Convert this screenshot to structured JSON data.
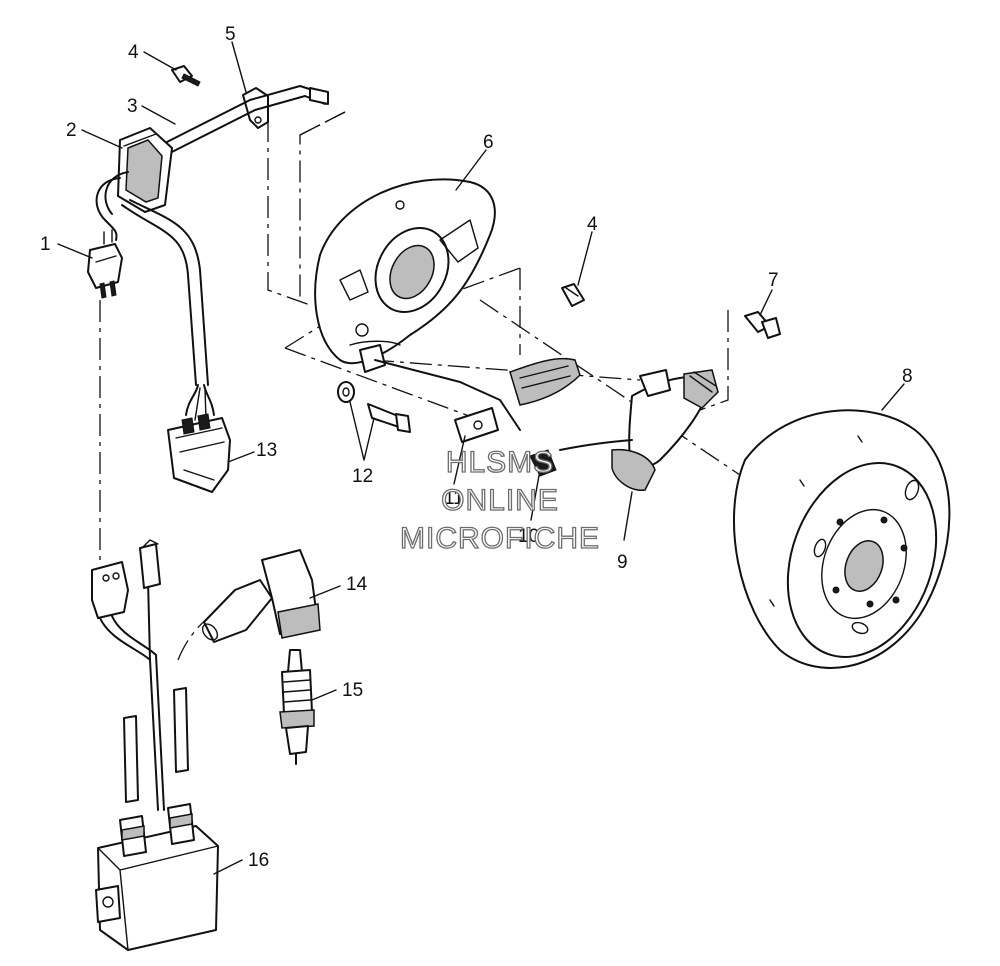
{
  "callouts": [
    "1",
    "2",
    "3",
    "4",
    "5",
    "6",
    "4",
    "7",
    "8",
    "9",
    "10",
    "11",
    "12",
    "13",
    "14",
    "15",
    "16"
  ],
  "watermark": [
    "HLSMS",
    "ONLINE",
    "MICROFICHE"
  ]
}
